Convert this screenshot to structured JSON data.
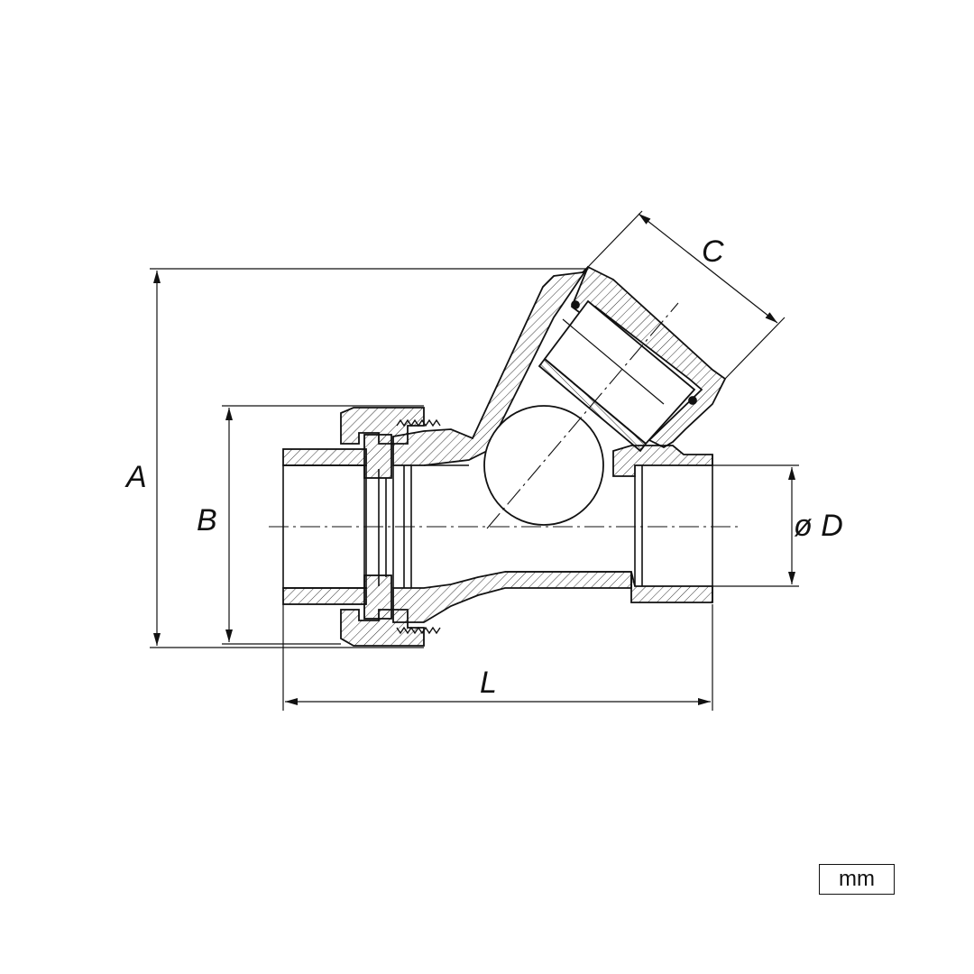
{
  "dimensions": {
    "a": "A",
    "b": "B",
    "c": "C",
    "d": "ø D",
    "l": "L"
  },
  "unit": "mm",
  "colors": {
    "line": "#111111",
    "hatch": "#333333",
    "background": "#ffffff"
  }
}
